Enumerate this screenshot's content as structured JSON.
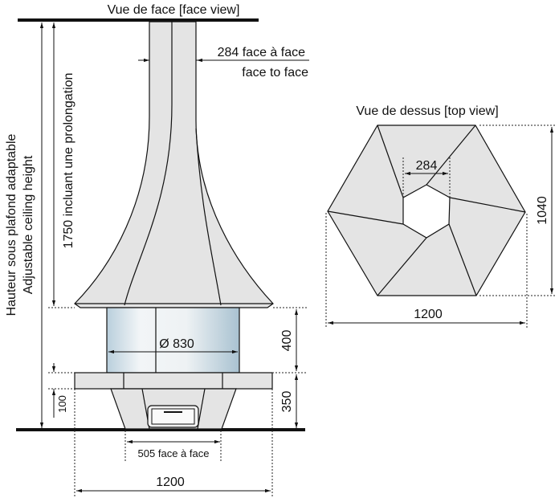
{
  "front_view": {
    "title": "Vue de face [face view]",
    "flue_width": "284 face à face",
    "flue_width_en": "face to face",
    "height_fr": "Hauteur sous plafond adaptable",
    "height_en": "Adjustable ceiling height",
    "hood_height": "1750 incluant une prolongation",
    "diameter": "Ø 830",
    "cylinder_height": "400",
    "base_height": "350",
    "slab_height": "100",
    "leg_width": "505 face à face",
    "width": "1200"
  },
  "top_view": {
    "title": "Vue de dessus [top view]",
    "inner_width": "284",
    "depth": "1040",
    "width": "1200"
  },
  "colors": {
    "panel": "#e4e4e4",
    "glass": "#c9d9e3",
    "line": "#111111"
  }
}
